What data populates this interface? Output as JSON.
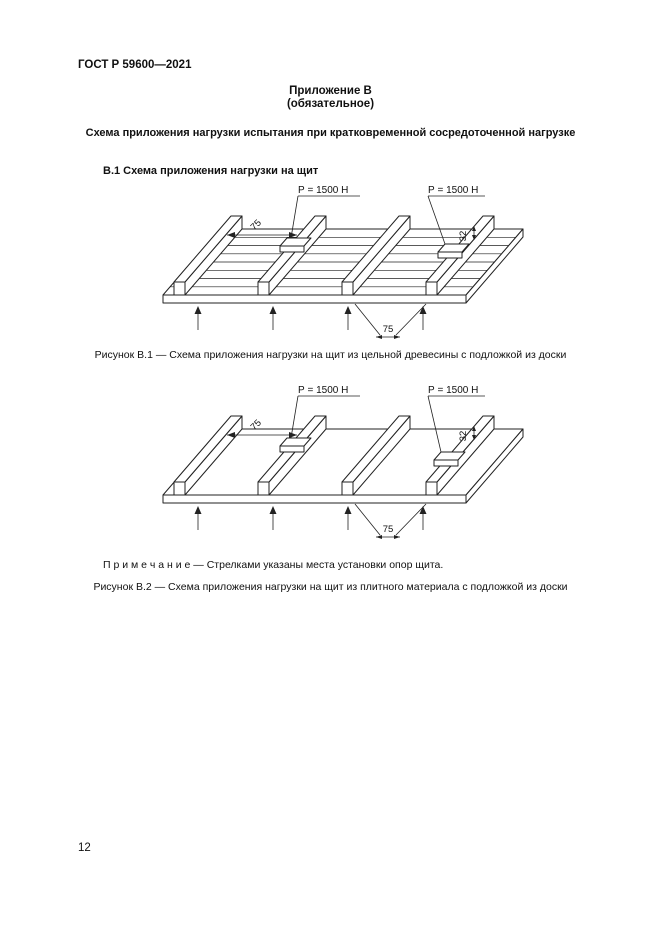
{
  "document": {
    "standard_number": "ГОСТ Р 59600—2021",
    "page_number": "12"
  },
  "appendix": {
    "label": "Приложение В",
    "status": "(обязательное)",
    "title": "Схема приложения нагрузки испытания при кратковременной сосредоточенной нагрузке",
    "section": "В.1 Схема приложения нагрузки на щит"
  },
  "figure1": {
    "load_label_left": "Р = 1500 Н",
    "load_label_right": "Р = 1500 Н",
    "dim_top": "75",
    "dim_bottom": "75",
    "dim_height": "32",
    "caption": "Рисунок В.1 — Схема приложения нагрузки на щит из цельной древесины с подложкой из доски"
  },
  "figure2": {
    "load_label_left": "Р = 1500 Н",
    "load_label_right": "Р = 1500 Н",
    "dim_top": "75",
    "dim_bottom": "75",
    "dim_height": "32",
    "caption": "Рисунок В.2 — Схема приложения нагрузки на щит из плитного материала с подложкой из доски"
  },
  "note": {
    "text": "П р и м е ч а н и е — Стрелками указаны места установки опор щита."
  }
}
